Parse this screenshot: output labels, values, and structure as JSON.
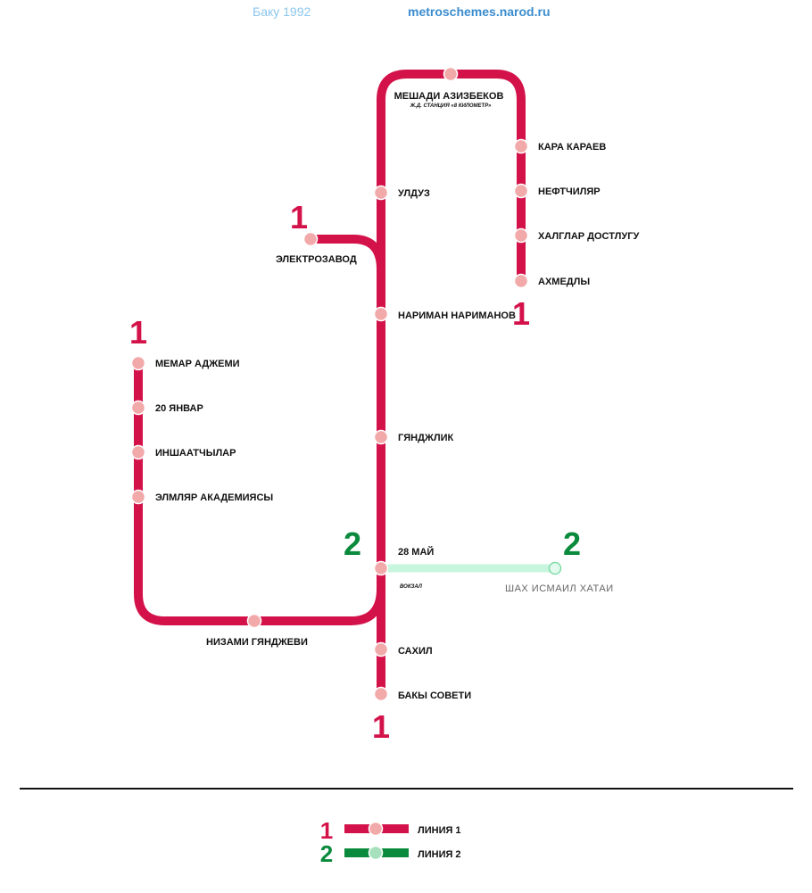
{
  "header": {
    "city_year": "Баку 1992",
    "site": "metroschemes.narod.ru"
  },
  "colors": {
    "line1": "#d4124a",
    "line2": "#0a8a3c",
    "line2_future": "#c8f5dd",
    "station_fill": "#f2a9a9",
    "station_stroke": "#ffffff"
  },
  "lines": [
    {
      "id": "1",
      "number": "1",
      "name": "ЛИНИЯ 1",
      "color": "#d4124a"
    },
    {
      "id": "2",
      "number": "2",
      "name": "ЛИНИЯ 2",
      "color": "#0a8a3c"
    }
  ],
  "stations": [
    {
      "id": "meshadi",
      "name": "МЕШАДИ АЗИЗБЕКОВ",
      "note": "Ж.Д. СТАНЦИЯ «8 КИЛОМЕТР»",
      "line": "1"
    },
    {
      "id": "kara",
      "name": "КАРА КАРАЕВ",
      "line": "1"
    },
    {
      "id": "neft",
      "name": "НЕФТЧИЛЯР",
      "line": "1"
    },
    {
      "id": "khalglar",
      "name": "ХАЛГЛАР ДОСТЛУГУ",
      "line": "1"
    },
    {
      "id": "akhmedly",
      "name": "АХМЕДЛЫ",
      "line": "1"
    },
    {
      "id": "ulduz",
      "name": "УЛДУЗ",
      "line": "1"
    },
    {
      "id": "elektrozavod",
      "name": "ЭЛЕКТРОЗАВОД",
      "line": "1"
    },
    {
      "id": "nariman",
      "name": "НАРИМАН НАРИМАНОВ",
      "line": "1"
    },
    {
      "id": "gyandzhlik",
      "name": "ГЯНДЖЛИК",
      "line": "1"
    },
    {
      "id": "may28",
      "name": "28 МАЙ",
      "note": "ВОКЗАЛ",
      "line": "1"
    },
    {
      "id": "sakhil",
      "name": "САХИЛ",
      "line": "1"
    },
    {
      "id": "baky",
      "name": "БАКЫ СОВЕТИ",
      "line": "1"
    },
    {
      "id": "nizami",
      "name": "НИЗАМИ ГЯНДЖЕВИ",
      "line": "1"
    },
    {
      "id": "memar",
      "name": "МЕМАР АДЖЕМИ",
      "line": "1"
    },
    {
      "id": "yanvar",
      "name": "20 ЯНВАР",
      "line": "1"
    },
    {
      "id": "inshaat",
      "name": "ИНШААТЧЫЛАР",
      "line": "1"
    },
    {
      "id": "elmlyar",
      "name": "ЭЛМЛЯР АКАДЕМИЯСЫ",
      "line": "1"
    },
    {
      "id": "shah",
      "name": "ШАХ ИСМАИЛ ХАТАИ",
      "line": "2",
      "status": "under construction"
    }
  ],
  "terminal_markers": {
    "line1": "1",
    "line2": "2"
  },
  "legend": [
    {
      "number": "1",
      "label": "ЛИНИЯ 1"
    },
    {
      "number": "2",
      "label": "ЛИНИЯ 2"
    }
  ]
}
